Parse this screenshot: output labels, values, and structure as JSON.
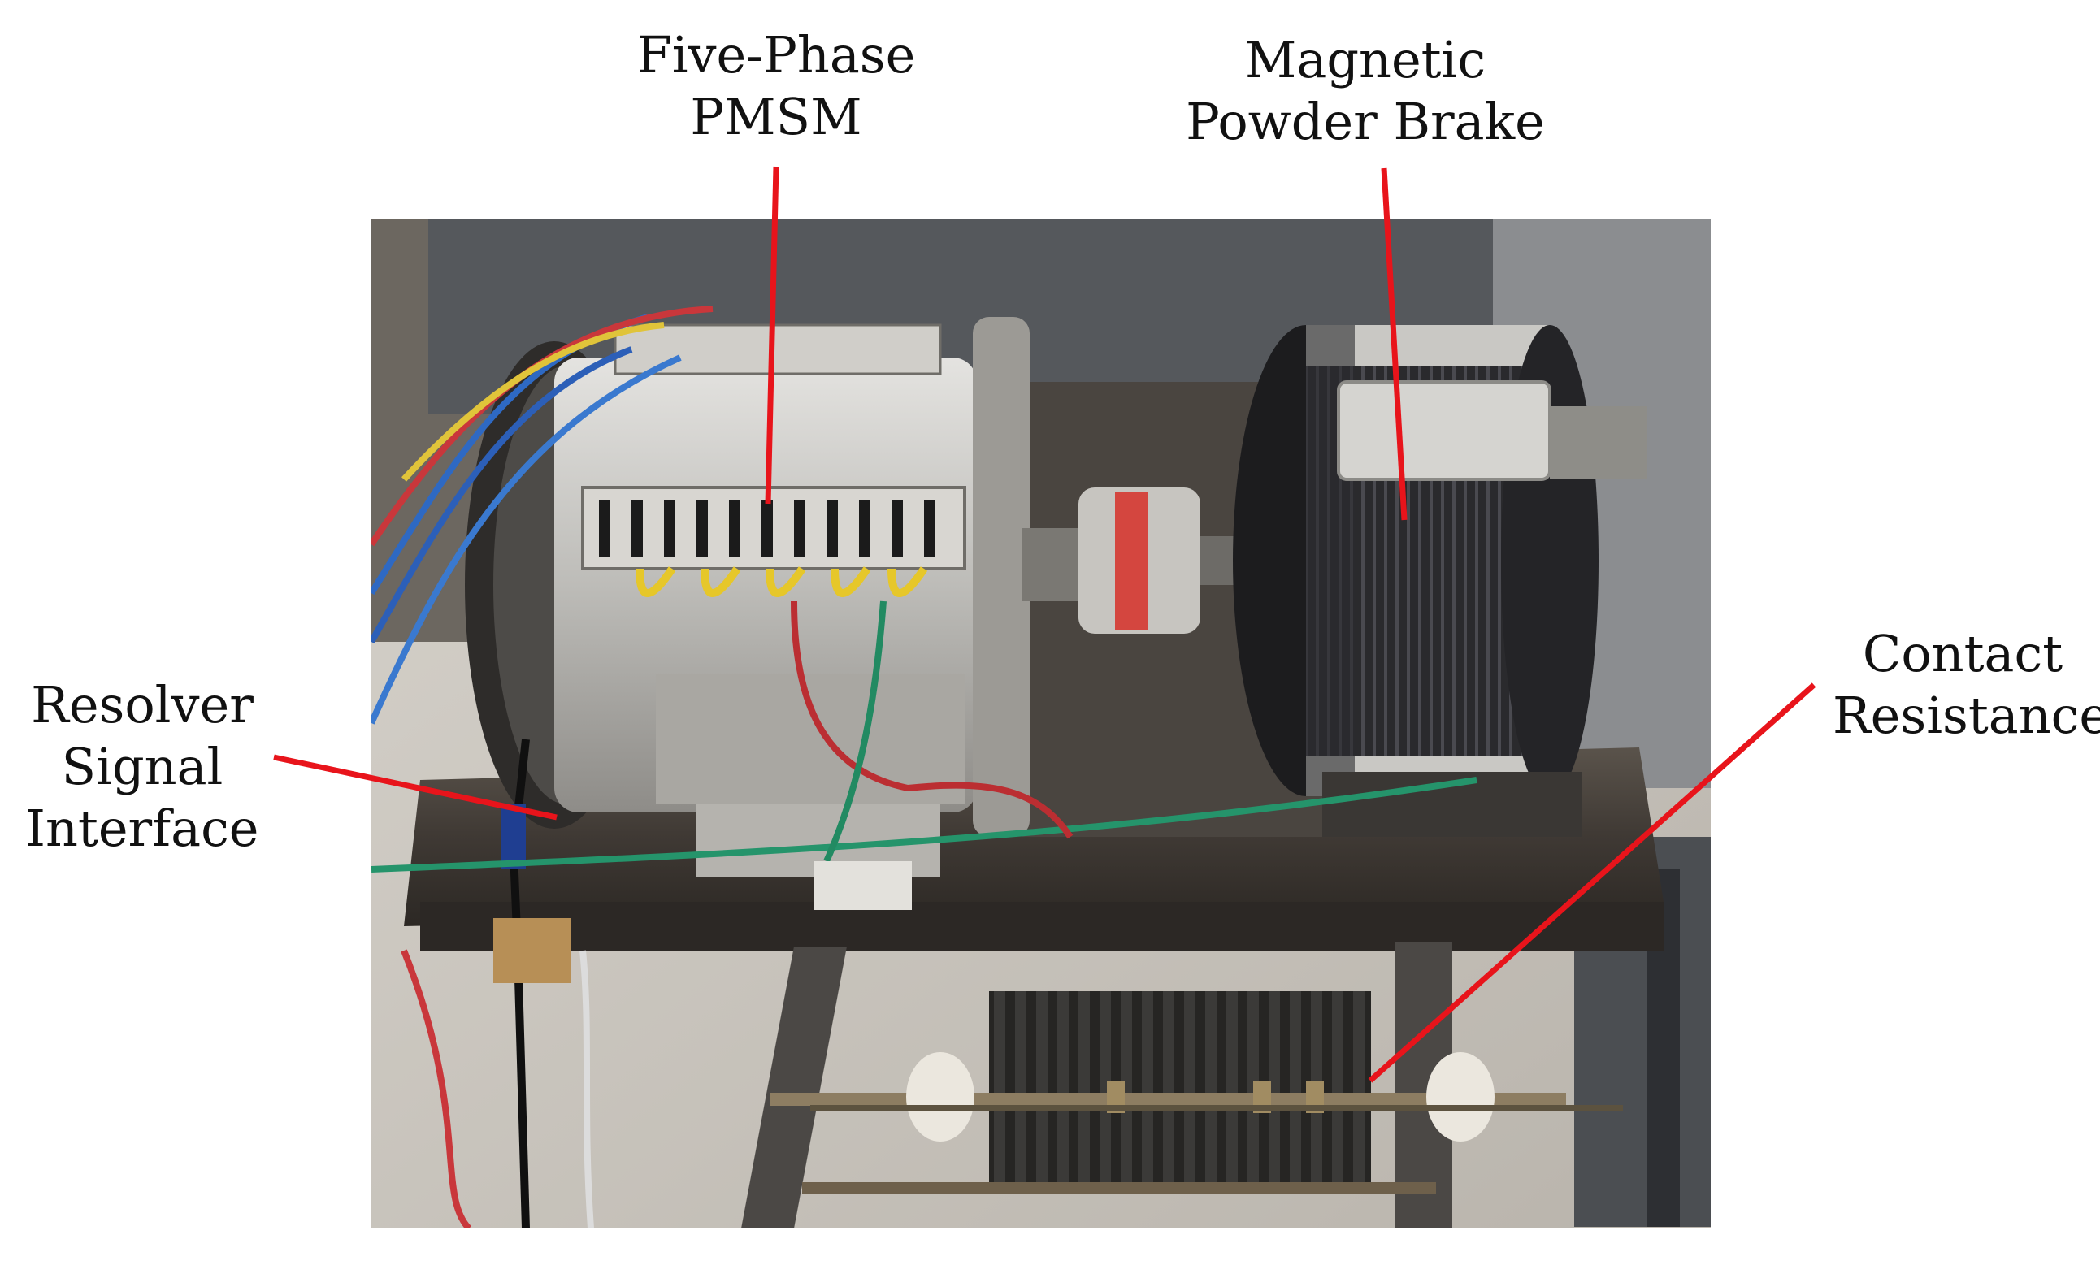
{
  "labels": {
    "pmsm": {
      "line1": "Five-Phase",
      "line2": "PMSM"
    },
    "brake": {
      "line1": "Magnetic",
      "line2": "Powder Brake"
    },
    "resolver": {
      "line1": "Resolver",
      "line2": "Signal",
      "line3": "Interface"
    },
    "contact": {
      "line1": "Contact",
      "line2": "Resistance"
    }
  },
  "colors": {
    "leader_line": "#e8141b",
    "text": "#111111"
  }
}
